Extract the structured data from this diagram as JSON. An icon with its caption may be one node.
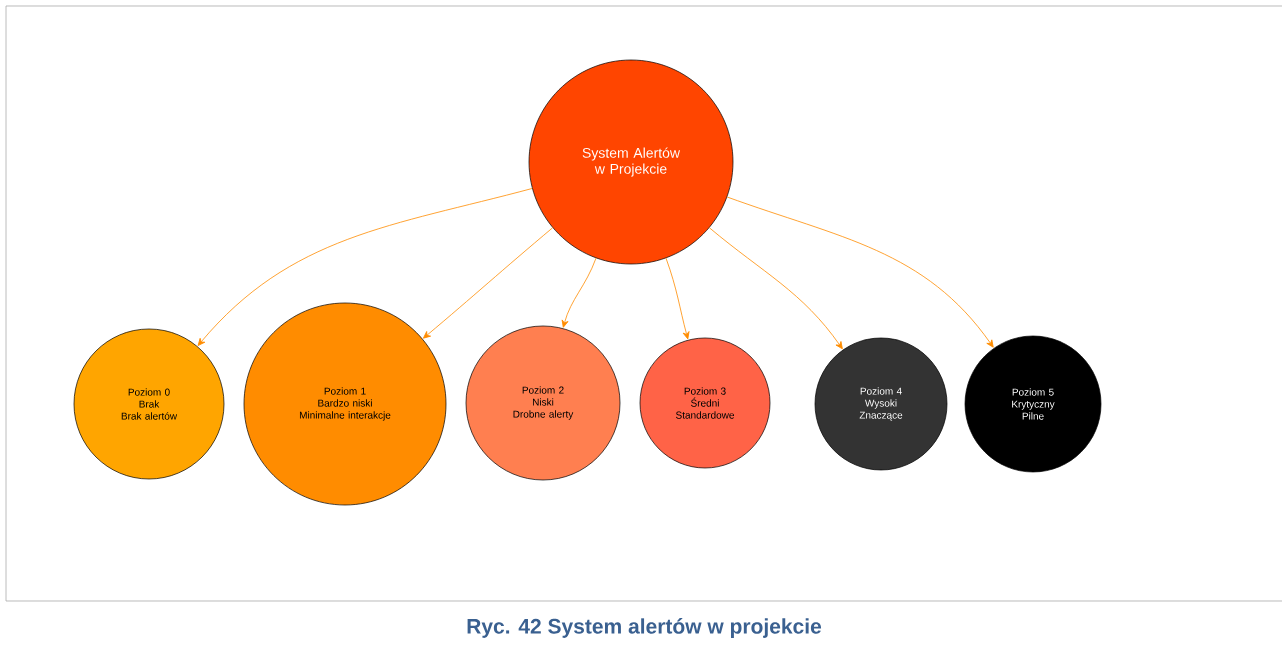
{
  "diagram": {
    "caption": "Ryc. 42 System alertów w projekcie",
    "nodes": [
      {
        "text": [
          "System Alertów w Projekcie"
        ]
      },
      {
        "text": [
          "Poziom 0",
          "Brak",
          "Brak alertów"
        ]
      },
      {
        "text": [
          "Poziom 1",
          "Bardzo niski",
          "Minimalne interakcje"
        ]
      },
      {
        "text": [
          "Poziom 2",
          "Niski",
          "Drobne alerty"
        ]
      },
      {
        "text": [
          "Poziom 3",
          "Średni",
          "Standardowe"
        ]
      },
      {
        "text": [
          "Poziom 4",
          "Wysoki",
          "Znaczące"
        ]
      },
      {
        "text": [
          "Poziom 5",
          "Krytyczny",
          "Pilne"
        ]
      }
    ],
    "edges": [
      {
        "from": 0,
        "to": 1,
        "arrow": "to"
      },
      {
        "from": 0,
        "to": 2,
        "arrow": "to"
      },
      {
        "from": 0,
        "to": 3,
        "arrow": "to"
      },
      {
        "from": 0,
        "to": 4,
        "arrow": "to"
      },
      {
        "from": 0,
        "to": 5,
        "arrow": "to"
      },
      {
        "from": 0,
        "to": 6,
        "arrow": "to"
      }
    ]
  }
}
